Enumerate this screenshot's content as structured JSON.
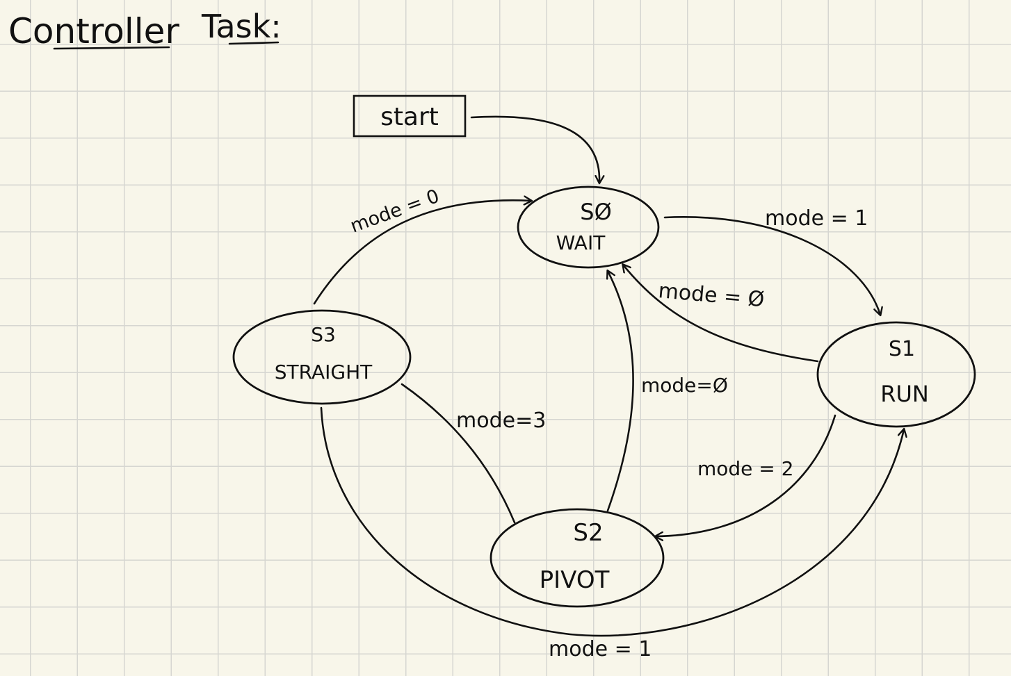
{
  "page": {
    "title_word1": "Controller",
    "title_word2": "Task:"
  },
  "start_label": "start",
  "states": [
    {
      "id": "S0",
      "code": "SØ",
      "name": "WAIT"
    },
    {
      "id": "S1",
      "code": "S1",
      "name": "RUN"
    },
    {
      "id": "S2",
      "code": "S2",
      "name": "PIVOT"
    },
    {
      "id": "S3",
      "code": "S3",
      "name": "STRAIGHT"
    }
  ],
  "transitions": [
    {
      "id": "start-to-s0",
      "from": "start",
      "to": "S0",
      "label": ""
    },
    {
      "id": "s0-to-s1",
      "from": "S0",
      "to": "S1",
      "label": "mode = 1"
    },
    {
      "id": "s1-to-s0",
      "from": "S1",
      "to": "S0",
      "label": "mode = Ø"
    },
    {
      "id": "s1-to-s2",
      "from": "S1",
      "to": "S2",
      "label": "mode = 2"
    },
    {
      "id": "s2-to-s0",
      "from": "S2",
      "to": "S0",
      "label": "mode=Ø"
    },
    {
      "id": "s3-to-s0",
      "from": "S3",
      "to": "S0",
      "label": "mode = 0"
    },
    {
      "id": "s2-s3",
      "from": "S2",
      "to": "S3",
      "label": "mode=3"
    },
    {
      "id": "s3-to-s1",
      "from": "S3",
      "to": "S1",
      "label": "mode = 1"
    }
  ],
  "colors": {
    "paper": "#f8f6ea",
    "grid": "#d6d6d1",
    "ink": "#111111"
  }
}
